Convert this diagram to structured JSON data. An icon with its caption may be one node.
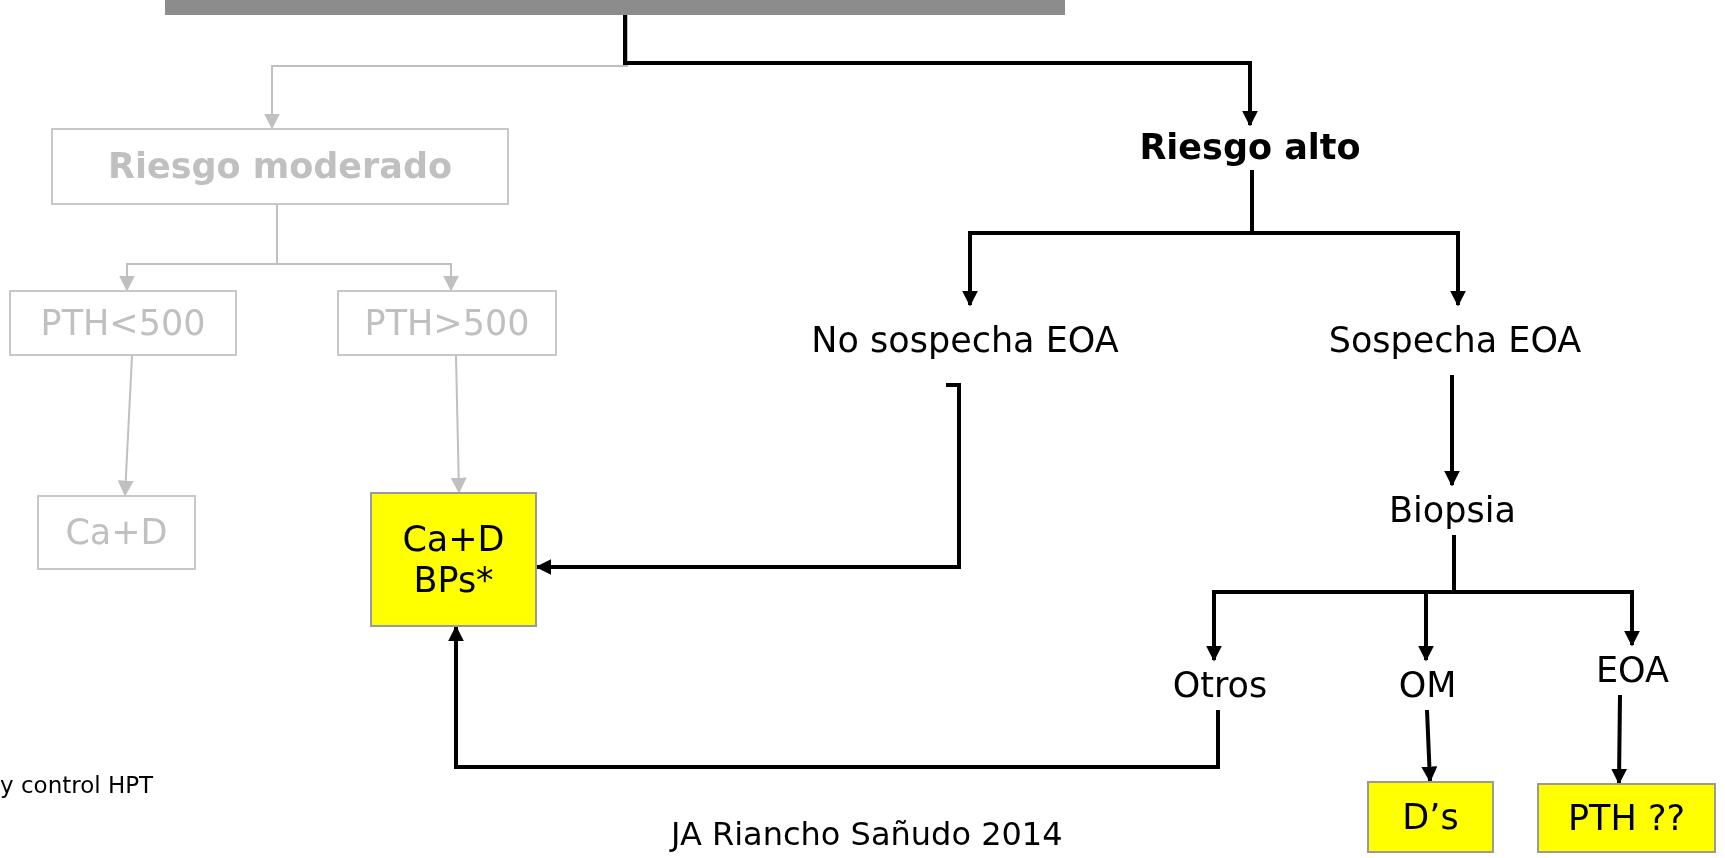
{
  "diagram": {
    "nodes": [
      {
        "text": [],
        "shape": "bar"
      },
      {
        "text": [
          "Riesgo moderado"
        ]
      },
      {
        "text": [
          "Riesgo alto"
        ]
      },
      {
        "text": [
          "PTH<500"
        ]
      },
      {
        "text": [
          "PTH>500"
        ]
      },
      {
        "text": [
          "No sospecha EOA"
        ]
      },
      {
        "text": [
          "Sospecha EOA"
        ]
      },
      {
        "text": [
          "Ca+D"
        ]
      },
      {
        "text": [
          "Ca+D BPs*"
        ]
      },
      {
        "text": [
          "Biopsia"
        ]
      },
      {
        "text": [
          "Otros"
        ]
      },
      {
        "text": [
          "OM"
        ]
      },
      {
        "text": [
          "EOA"
        ]
      },
      {
        "text": [
          "D’s"
        ]
      },
      {
        "text": [
          "PTH ??"
        ]
      }
    ],
    "edges": [
      {
        "from": 0,
        "to": 1,
        "arrow": "to",
        "color": "#c0c0c0"
      },
      {
        "from": 0,
        "to": 2,
        "arrow": "to"
      },
      {
        "from": 1,
        "to": 3,
        "arrow": "to",
        "color": "#c0c0c0"
      },
      {
        "from": 1,
        "to": 4,
        "arrow": "to",
        "color": "#c0c0c0"
      },
      {
        "from": 2,
        "to": 5,
        "arrow": "to"
      },
      {
        "from": 2,
        "to": 6,
        "arrow": "to"
      },
      {
        "from": 3,
        "to": 7,
        "arrow": "to",
        "color": "#c0c0c0"
      },
      {
        "from": 4,
        "to": 8,
        "arrow": "to",
        "color": "#c0c0c0"
      },
      {
        "from": 5,
        "to": 8,
        "arrow": "to"
      },
      {
        "from": 6,
        "to": 9,
        "arrow": "to"
      },
      {
        "from": 9,
        "to": 10,
        "arrow": "to"
      },
      {
        "from": 9,
        "to": 11,
        "arrow": "to"
      },
      {
        "from": 9,
        "to": 12,
        "arrow": "to"
      },
      {
        "from": 10,
        "to": 8,
        "arrow": "to"
      },
      {
        "from": 11,
        "to": 13,
        "arrow": "to"
      },
      {
        "from": 12,
        "to": 14,
        "arrow": "to"
      }
    ],
    "labels": [
      "y control HPT",
      "JA Riancho Sañudo 2014"
    ]
  }
}
